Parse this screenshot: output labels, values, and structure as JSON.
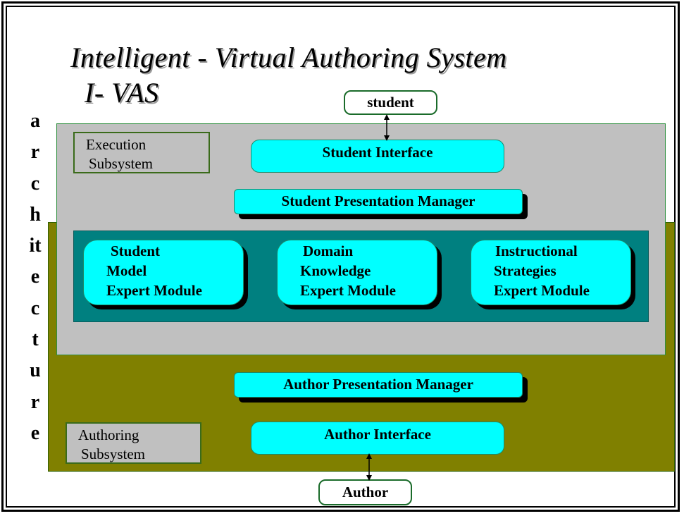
{
  "title": {
    "line1": "Intelligent - Virtual Authoring System",
    "line2": "I- VAS"
  },
  "side_label": [
    "a",
    "r",
    "c",
    "h",
    "it",
    "e",
    "c",
    "t",
    "u",
    "r",
    "e"
  ],
  "execution_subsystem": {
    "line1": "Execution",
    "line2": "Subsystem"
  },
  "authoring_subsystem": {
    "line1": "Authoring",
    "line2": "Subsystem"
  },
  "student": "student",
  "author": "Author",
  "student_interface": "Student Interface",
  "student_presentation_manager": "Student Presentation Manager",
  "author_presentation_manager": "Author Presentation Manager",
  "author_interface": "Author Interface",
  "modules": [
    {
      "line1": "Student",
      "line2": "Model",
      "line3": "Expert Module"
    },
    {
      "line1": "Domain",
      "line2": "Knowledge",
      "line3": "Expert Module"
    },
    {
      "line1": "Instructional",
      "line2": "Strategies",
      "line3": "Expert Module"
    }
  ],
  "colors": {
    "execution_bg": "#c0c0c0",
    "authoring_bg": "#808000",
    "expert_panel_bg": "#008080",
    "component_fill": "#00ffff"
  }
}
